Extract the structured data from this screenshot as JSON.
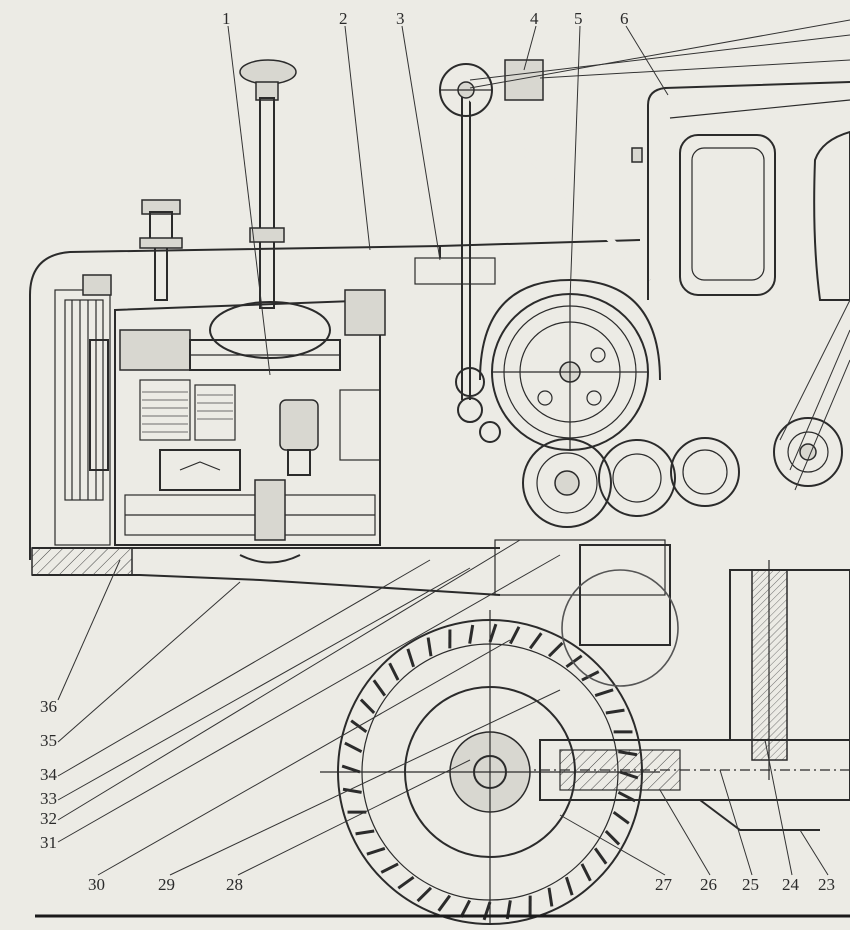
{
  "callouts": {
    "top": [
      "1",
      "2",
      "3",
      "4",
      "5",
      "6"
    ],
    "left": [
      "36",
      "35",
      "34",
      "33",
      "32",
      "31"
    ],
    "bottom": [
      "30",
      "29",
      "28",
      "27",
      "26",
      "25",
      "24",
      "23"
    ]
  }
}
